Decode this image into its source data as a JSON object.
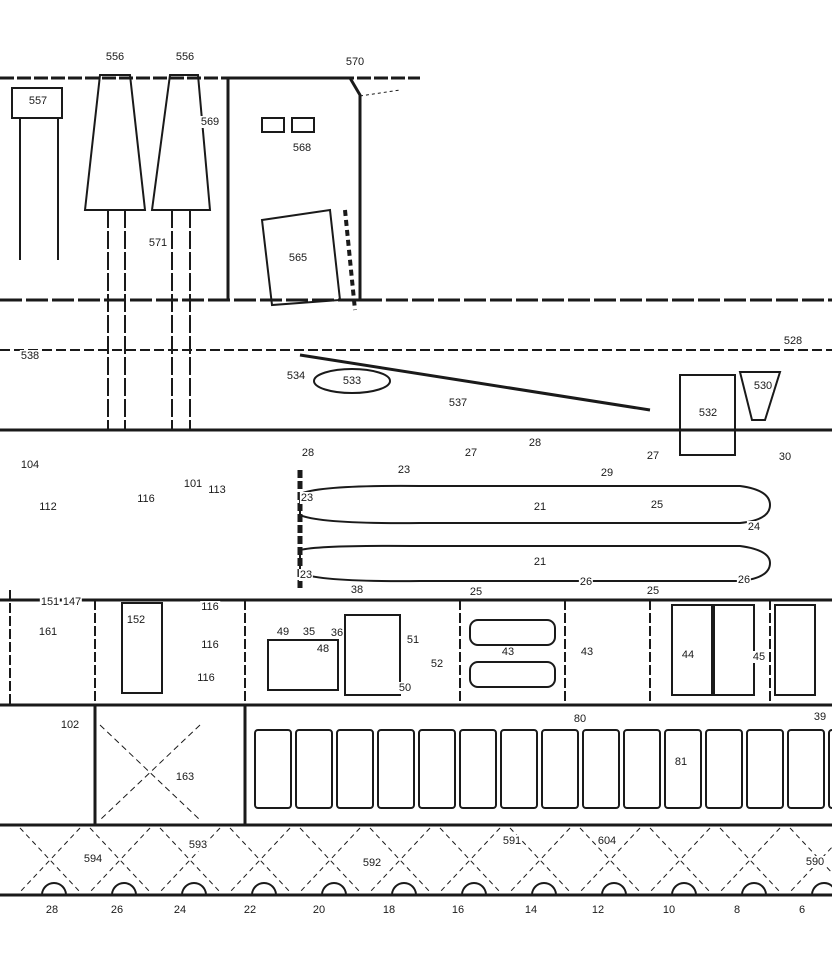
{
  "labels": [
    "556",
    "556",
    "570",
    "557",
    "569",
    "568",
    "571",
    "565",
    "538",
    "528",
    "534",
    "533",
    "537",
    "530",
    "532",
    "104",
    "28",
    "27",
    "28",
    "27",
    "29",
    "30",
    "23",
    "116",
    "101",
    "113",
    "112",
    "23",
    "21",
    "25",
    "24",
    "21",
    "23",
    "26",
    "26",
    "25",
    "25",
    "38",
    "151",
    "147",
    "161",
    "152",
    "116",
    "116",
    "116",
    "49",
    "35",
    "36",
    "48",
    "51",
    "52",
    "50",
    "43",
    "43",
    "44",
    "45",
    "102",
    "163",
    "80",
    "81",
    "39",
    "594",
    "593",
    "592",
    "591",
    "604",
    "590"
  ],
  "frames": [
    "28",
    "26",
    "24",
    "22",
    "20",
    "18",
    "16",
    "14",
    "12",
    "10",
    "8",
    "6"
  ],
  "colors": {
    "ink": "#1a1a1a",
    "paper": "#ffffff"
  }
}
